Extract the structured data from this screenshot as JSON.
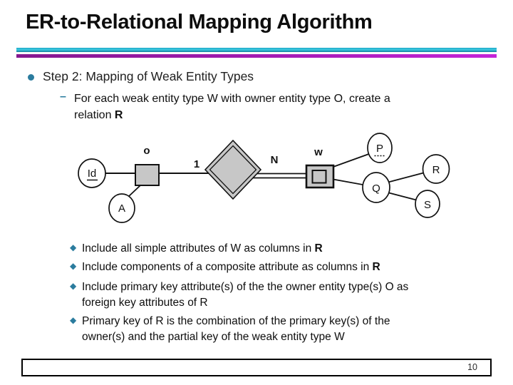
{
  "slide": {
    "title": "ER-to-Relational Mapping Algorithm",
    "step_heading": "Step 2: Mapping of Weak Entity Types",
    "sub_bullet": {
      "marker": "–",
      "lines": [
        [
          {
            "t": "For each weak entity type W with owner entity type O, create a"
          }
        ],
        [
          {
            "t": "relation "
          },
          {
            "t": "R",
            "b": true
          }
        ]
      ]
    },
    "bullet_marker": "◆",
    "bullets": [
      {
        "lines": [
          [
            {
              "t": "Include all simple attributes of W as columns in "
            },
            {
              "t": "R",
              "b": true
            }
          ]
        ]
      },
      {
        "lines": [
          [
            {
              "t": "Include components of a composite attribute as columns in "
            },
            {
              "t": "R",
              "b": true
            }
          ]
        ]
      },
      {
        "lines": [
          [
            {
              "t": "Include primary key attribute(s) of the the owner entity type(s) O as"
            }
          ],
          [
            {
              "t": "foreign key attributes of R"
            }
          ]
        ]
      },
      {
        "lines": [
          [
            {
              "t": "Primary key of R is the combination of the primary key(s) of the"
            }
          ],
          [
            {
              "t": "owner(s) and the partial key of the weak entity type W"
            }
          ]
        ]
      }
    ],
    "page_number": "10"
  },
  "diagram": {
    "owner_entity_label": "o",
    "weak_entity_label": "w",
    "cardinality_one": "1",
    "cardinality_many": "N",
    "attr_id": "Id",
    "attr_a": "A",
    "attr_p": "P",
    "attr_q": "Q",
    "attr_r": "R",
    "attr_s": "S"
  },
  "colors": {
    "accent_teal": "#2b7c9e",
    "bar_cyan": "#24b2d0",
    "bar_purple_left": "#85188f",
    "bar_purple_right": "#c524d8",
    "shape_fill_gray": "#c7c7c7"
  }
}
